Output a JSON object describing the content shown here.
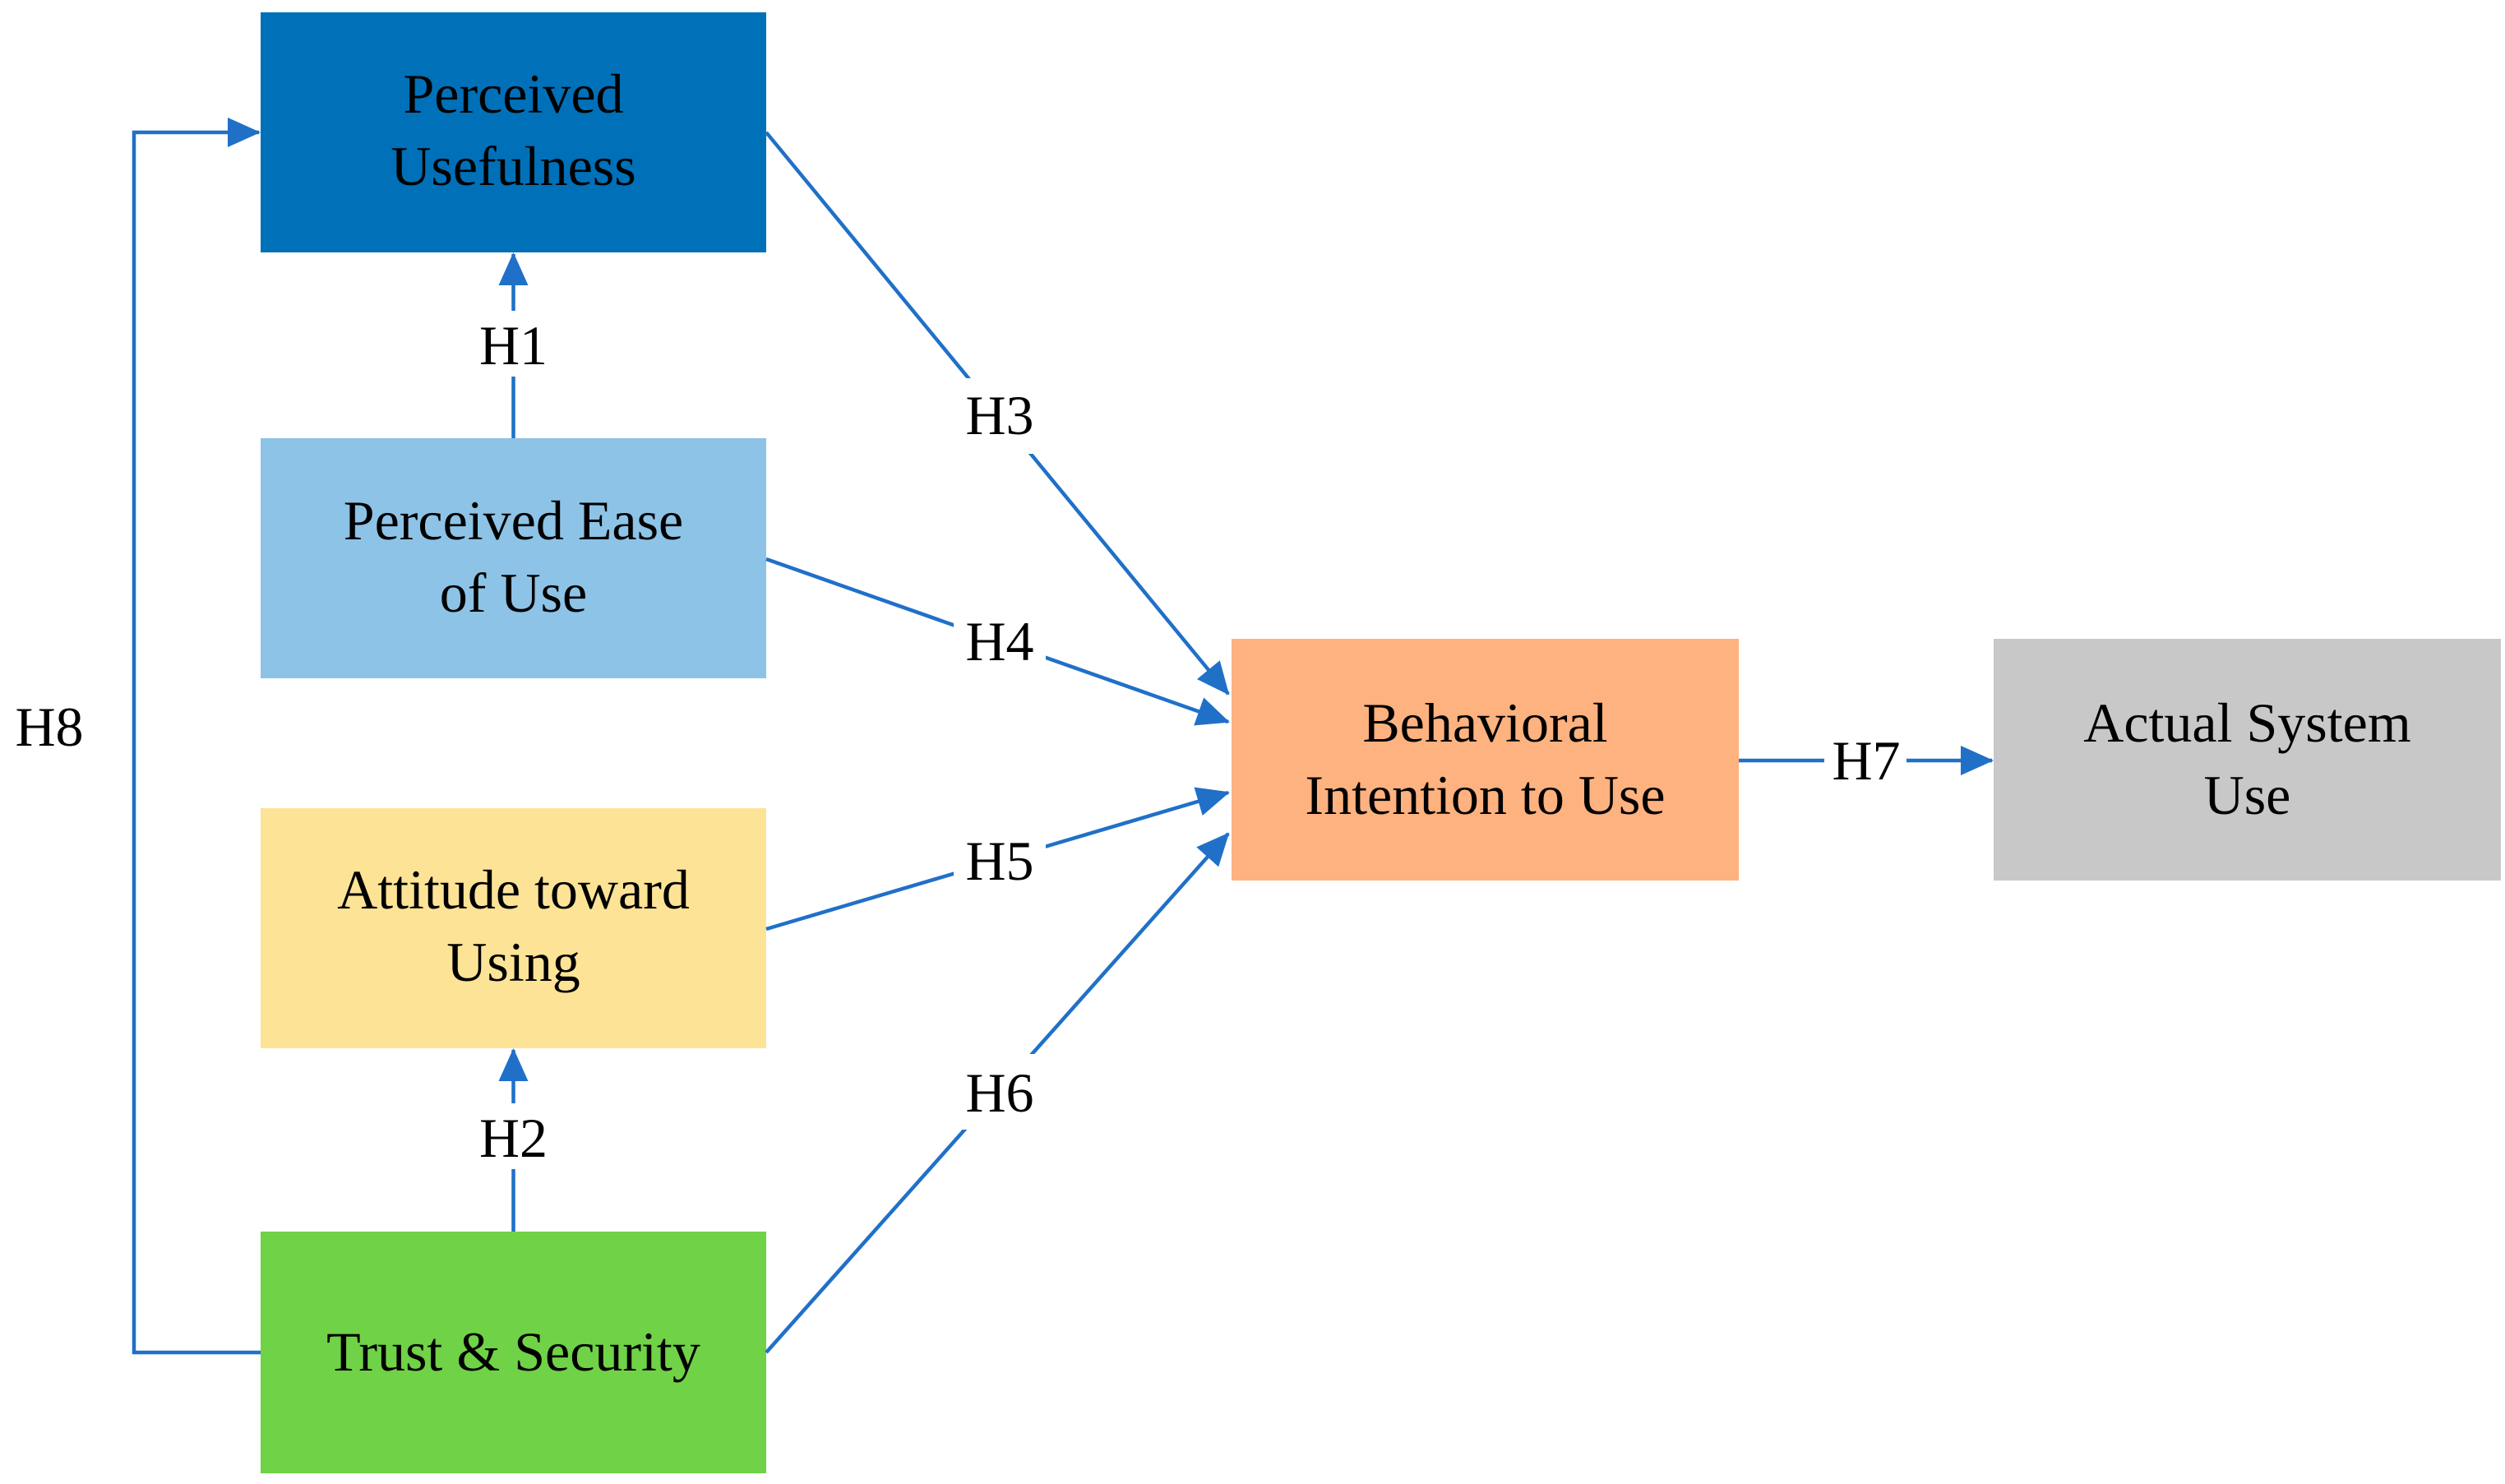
{
  "colors": {
    "arrow": "#2070C8",
    "perceived_usefulness": "#0070B8",
    "perceived_ease_of_use": "#8DC3E6",
    "attitude_toward_using": "#FDE396",
    "trust_security": "#70D246",
    "behavioral_intention": "#FEB27F",
    "actual_system_use": "#C8C8C8",
    "label_background": "#FFFFFF",
    "text": "#000000"
  },
  "nodes": {
    "perceived_usefulness": {
      "line1": "Perceived",
      "line2": "Usefulness"
    },
    "perceived_ease_of_use": {
      "line1": "Perceived Ease",
      "line2": "of Use"
    },
    "attitude_toward_using": {
      "line1": "Attitude toward",
      "line2": "Using"
    },
    "trust_security": {
      "line1": "Trust & Security"
    },
    "behavioral_intention": {
      "line1": "Behavioral",
      "line2": "Intention to Use"
    },
    "actual_system_use": {
      "line1": "Actual System",
      "line2": "Use"
    }
  },
  "hypotheses": {
    "h1": "H1",
    "h2": "H2",
    "h3": "H3",
    "h4": "H4",
    "h5": "H5",
    "h6": "H6",
    "h7": "H7",
    "h8": "H8"
  }
}
